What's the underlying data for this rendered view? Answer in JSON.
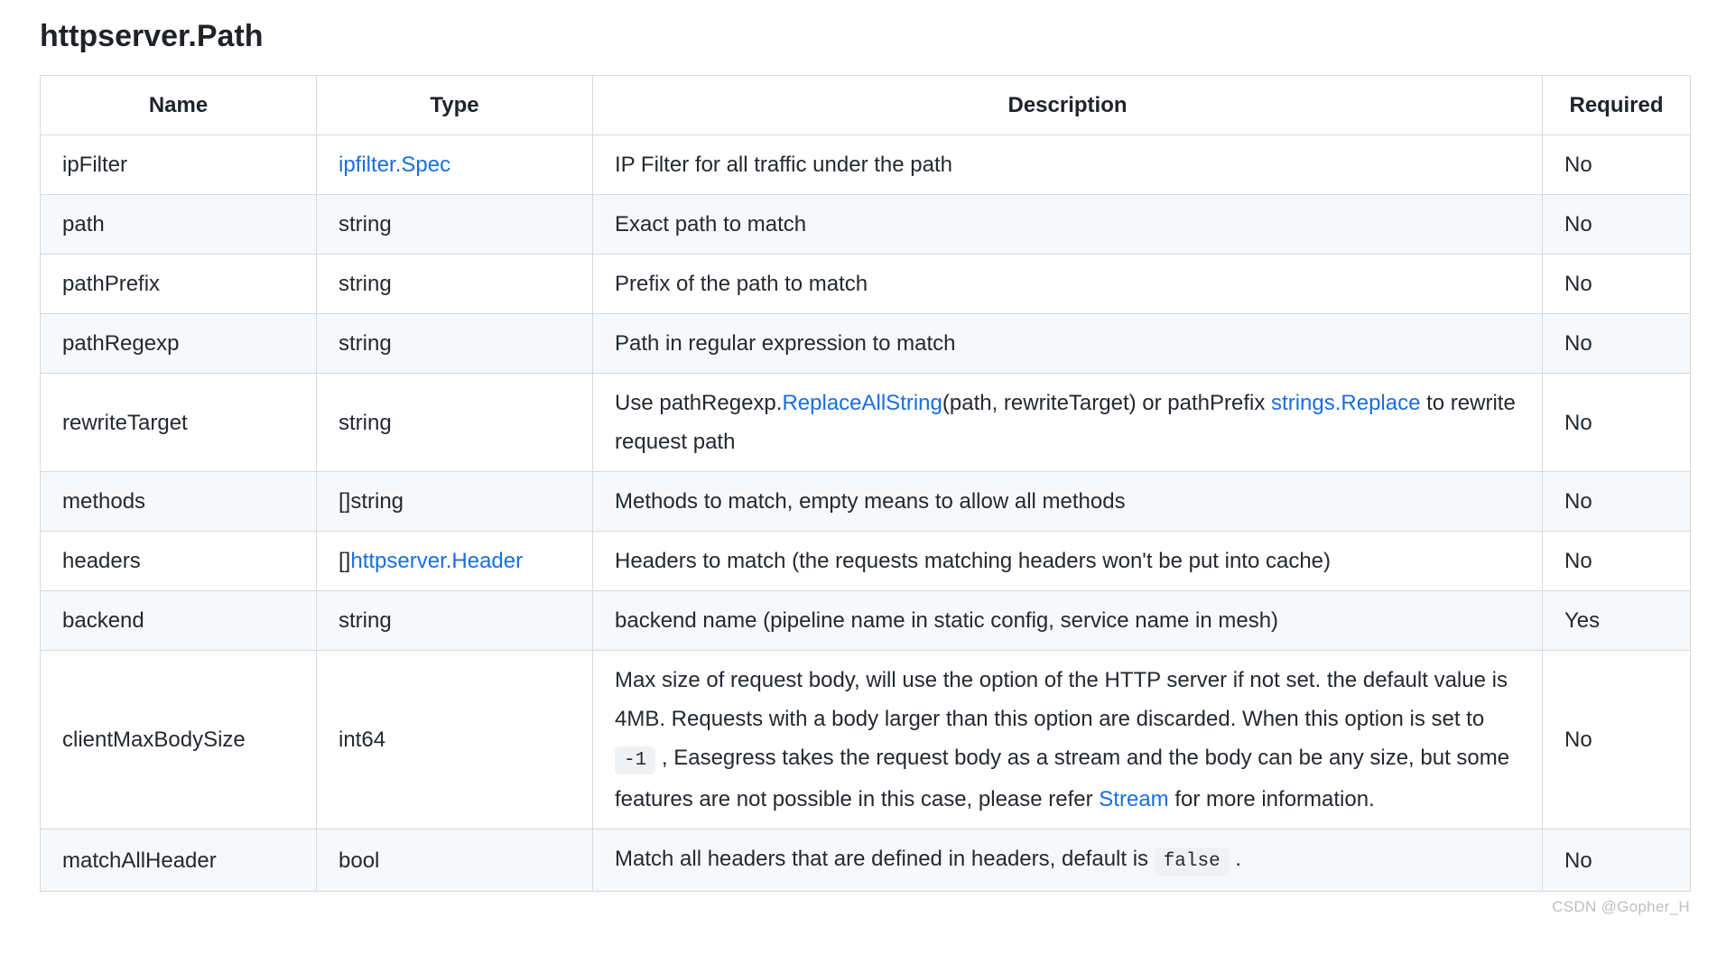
{
  "title": "httpserver.Path",
  "watermark": "CSDN @Gopher_H",
  "colors": {
    "link": "#1a6ee0",
    "zebra_row": "#f6f8fa",
    "border": "#d5dbe1",
    "text": "#24292f",
    "code_bg": "#eff1f3",
    "watermark": "#bcc0c4"
  },
  "table": {
    "headers": [
      "Name",
      "Type",
      "Description",
      "Required"
    ],
    "rows": [
      {
        "name": "ipFilter",
        "type": [
          {
            "kind": "link",
            "t": "ipfilter.Spec"
          }
        ],
        "description": [
          {
            "kind": "text",
            "t": "IP Filter for all traffic under the path"
          }
        ],
        "required": "No"
      },
      {
        "name": "path",
        "type": [
          {
            "kind": "text",
            "t": "string"
          }
        ],
        "description": [
          {
            "kind": "text",
            "t": "Exact path to match"
          }
        ],
        "required": "No"
      },
      {
        "name": "pathPrefix",
        "type": [
          {
            "kind": "text",
            "t": "string"
          }
        ],
        "description": [
          {
            "kind": "text",
            "t": "Prefix of the path to match"
          }
        ],
        "required": "No"
      },
      {
        "name": "pathRegexp",
        "type": [
          {
            "kind": "text",
            "t": "string"
          }
        ],
        "description": [
          {
            "kind": "text",
            "t": "Path in regular expression to match"
          }
        ],
        "required": "No"
      },
      {
        "name": "rewriteTarget",
        "type": [
          {
            "kind": "text",
            "t": "string"
          }
        ],
        "description": [
          {
            "kind": "text",
            "t": "Use pathRegexp."
          },
          {
            "kind": "link",
            "t": "ReplaceAllString"
          },
          {
            "kind": "text",
            "t": "(path, rewriteTarget) or pathPrefix "
          },
          {
            "kind": "link",
            "t": "strings.Replace"
          },
          {
            "kind": "text",
            "t": " to rewrite request path"
          }
        ],
        "required": "No"
      },
      {
        "name": "methods",
        "type": [
          {
            "kind": "text",
            "t": "[]string"
          }
        ],
        "description": [
          {
            "kind": "text",
            "t": "Methods to match, empty means to allow all methods"
          }
        ],
        "required": "No"
      },
      {
        "name": "headers",
        "type": [
          {
            "kind": "text",
            "t": "[]"
          },
          {
            "kind": "link",
            "t": "httpserver.Header"
          }
        ],
        "description": [
          {
            "kind": "text",
            "t": "Headers to match (the requests matching headers won't be put into cache)"
          }
        ],
        "required": "No"
      },
      {
        "name": "backend",
        "type": [
          {
            "kind": "text",
            "t": "string"
          }
        ],
        "description": [
          {
            "kind": "text",
            "t": "backend name (pipeline name in static config, service name in mesh)"
          }
        ],
        "required": "Yes"
      },
      {
        "name": "clientMaxBodySize",
        "type": [
          {
            "kind": "text",
            "t": "int64"
          }
        ],
        "description": [
          {
            "kind": "text",
            "t": "Max size of request body, will use the option of the HTTP server if not set. the default value is 4MB. Requests with a body larger than this option are discarded. When this option is set to "
          },
          {
            "kind": "code",
            "t": "-1"
          },
          {
            "kind": "text",
            "t": " , Easegress takes the request body as a stream and the body can be any size, but some features are not possible in this case, please refer "
          },
          {
            "kind": "link",
            "t": "Stream"
          },
          {
            "kind": "text",
            "t": " for more information."
          }
        ],
        "required": "No"
      },
      {
        "name": "matchAllHeader",
        "type": [
          {
            "kind": "text",
            "t": "bool"
          }
        ],
        "description": [
          {
            "kind": "text",
            "t": "Match all headers that are defined in headers, default is "
          },
          {
            "kind": "code",
            "t": "false"
          },
          {
            "kind": "text",
            "t": " ."
          }
        ],
        "required": "No"
      }
    ]
  }
}
